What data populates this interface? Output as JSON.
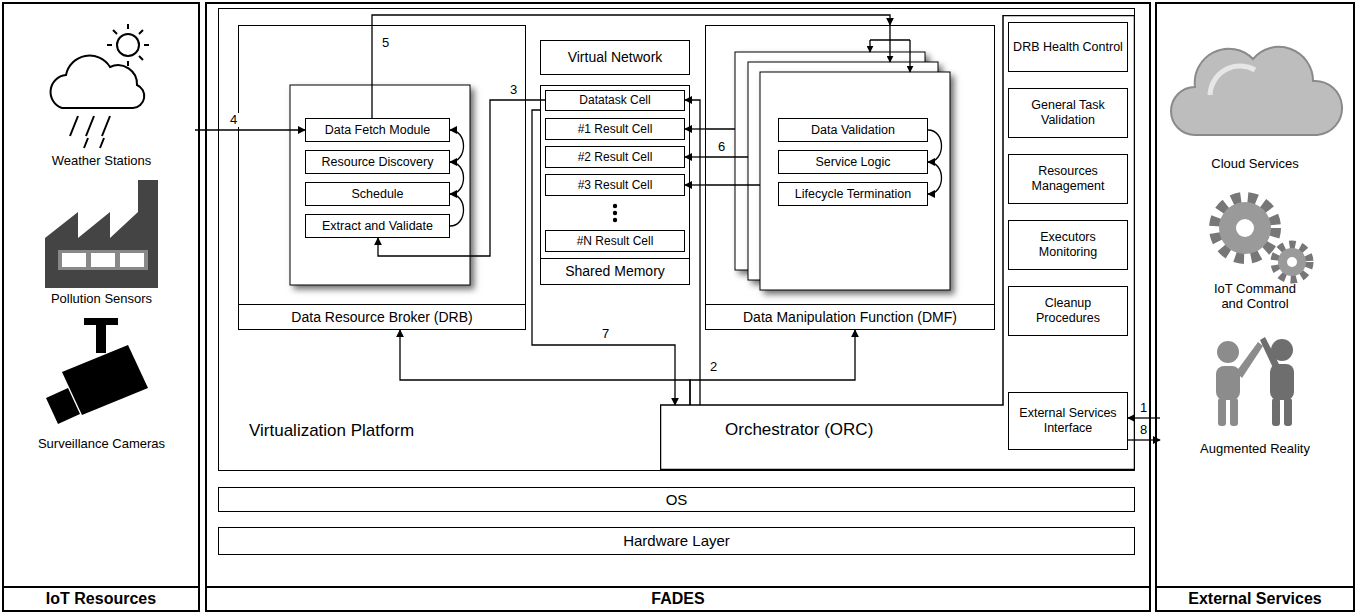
{
  "diagram": {
    "nodes": [
      {
        "text": [
          "IoT Resources"
        ]
      },
      {
        "text": [
          "Weather Stations"
        ],
        "in": 0
      },
      {
        "text": [
          "Pollution Sensors"
        ],
        "in": 0
      },
      {
        "text": [
          "Surveillance Cameras"
        ],
        "in": 0
      },
      {
        "text": [
          "FADES"
        ]
      },
      {
        "text": [
          "Virtualization Platform"
        ],
        "in": 4
      },
      {
        "text": [
          "Data Resource Broker (DRB)"
        ],
        "in": 5
      },
      {
        "text": [
          "Data Fetch Module"
        ],
        "in": 6
      },
      {
        "text": [
          "Resource Discovery"
        ],
        "in": 6
      },
      {
        "text": [
          "Schedule"
        ],
        "in": 6
      },
      {
        "text": [
          "Extract and Validate"
        ],
        "in": 6
      },
      {
        "text": [
          "Virtual Network"
        ],
        "in": 5
      },
      {
        "text": [
          "Shared Memory"
        ],
        "in": 5
      },
      {
        "text": [
          "Datatask Cell"
        ],
        "in": 12
      },
      {
        "text": [
          "#1 Result Cell"
        ],
        "in": 12
      },
      {
        "text": [
          "#2 Result Cell"
        ],
        "in": 12
      },
      {
        "text": [
          "#3 Result Cell"
        ],
        "in": 12
      },
      {
        "text": [
          "#N Result Cell"
        ],
        "in": 12
      },
      {
        "text": [
          "Data Manipulation Function (DMF)"
        ],
        "in": 5
      },
      {
        "text": [
          "Data Validation"
        ],
        "in": 18
      },
      {
        "text": [
          "Service Logic"
        ],
        "in": 18
      },
      {
        "text": [
          "Lifecycle Termination"
        ],
        "in": 18
      },
      {
        "text": [
          "Orchestrator (ORC)"
        ],
        "in": 4
      },
      {
        "text": [
          "DRB Health Control"
        ],
        "in": 22
      },
      {
        "text": [
          "General Task Validation"
        ],
        "in": 22
      },
      {
        "text": [
          "Resources Management"
        ],
        "in": 22
      },
      {
        "text": [
          "Executors Monitoring"
        ],
        "in": 22
      },
      {
        "text": [
          "Cleanup Procedures"
        ],
        "in": 22
      },
      {
        "text": [
          "External Services Interface"
        ],
        "in": 22
      },
      {
        "text": [
          "OS"
        ],
        "in": 4
      },
      {
        "text": [
          "Hardware Layer"
        ],
        "in": 4
      },
      {
        "text": [
          "External Services"
        ]
      },
      {
        "text": [
          "Cloud Services"
        ],
        "in": 31
      },
      {
        "text": [
          "IoT Command and Control"
        ],
        "in": 31
      },
      {
        "text": [
          "Augmented Reality"
        ],
        "in": 31
      }
    ],
    "edges": [
      {
        "from": 34,
        "to": 28,
        "arrow": "to",
        "label": "1"
      },
      {
        "from": 22,
        "to": 6,
        "arrow": "to"
      },
      {
        "from": 22,
        "to": 18,
        "arrow": "to",
        "label": "2"
      },
      {
        "from": 13,
        "to": 10,
        "arrow": "to",
        "label": "3"
      },
      {
        "from": 1,
        "to": 7,
        "arrow": "to",
        "label": "4"
      },
      {
        "from": 7,
        "to": 18,
        "arrow": "to",
        "label": "5"
      },
      {
        "from": 18,
        "to": 14,
        "arrow": "to"
      },
      {
        "from": 18,
        "to": 15,
        "arrow": "to",
        "label": "6"
      },
      {
        "from": 18,
        "to": 16,
        "arrow": "to"
      },
      {
        "from": 12,
        "to": 22,
        "arrow": "to",
        "label": "7"
      },
      {
        "from": 28,
        "to": 34,
        "arrow": "to",
        "label": "8"
      },
      {
        "from": 22,
        "to": 13,
        "arrow": "to"
      },
      {
        "from": 10,
        "to": 9,
        "arrow": "to"
      },
      {
        "from": 9,
        "to": 8,
        "arrow": "to"
      },
      {
        "from": 8,
        "to": 7,
        "arrow": "to"
      },
      {
        "from": 19,
        "to": 20,
        "arrow": "to"
      },
      {
        "from": 20,
        "to": 21,
        "arrow": "to"
      }
    ]
  }
}
